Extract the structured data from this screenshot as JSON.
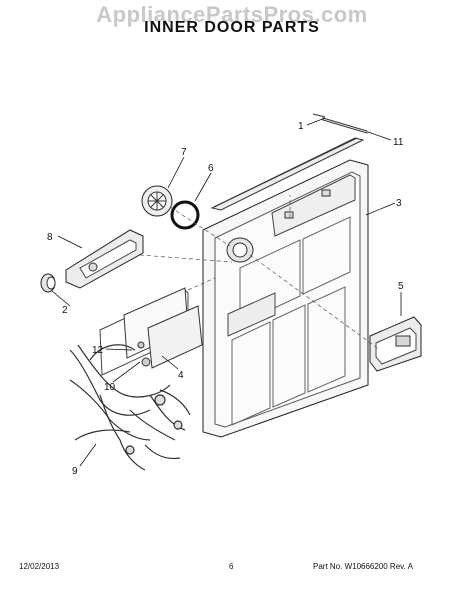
{
  "watermark": "AppliancePartsPros.com",
  "title": "INNER DOOR PARTS",
  "callouts": [
    "1",
    "11",
    "7",
    "6",
    "3",
    "8",
    "2",
    "5",
    "12",
    "4",
    "10",
    "9"
  ],
  "footer": {
    "date": "12/02/2013",
    "page": "6",
    "part_number": "Part No. W10666200  Rev. A"
  }
}
